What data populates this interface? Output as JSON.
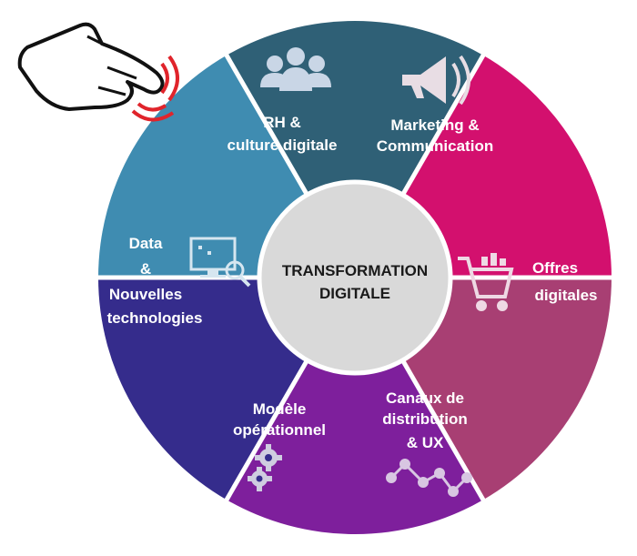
{
  "center": {
    "line1": "TRANSFORMATION",
    "line2": "DIGITALE"
  },
  "segments": [
    {
      "lines": [
        "RH &",
        "culture digitale"
      ],
      "color": "#2f6076",
      "icon": "people-group-icon"
    },
    {
      "lines": [
        "Marketing &",
        "Communication"
      ],
      "color": "#d3106e",
      "icon": "megaphone-icon"
    },
    {
      "lines": [
        "Offres",
        "digitales"
      ],
      "color": "#a83f73",
      "icon": "shopping-cart-icon"
    },
    {
      "lines": [
        "Canaux de",
        "distribution",
        "& UX"
      ],
      "color": "#7e1f9c",
      "icon": "network-nodes-icon"
    },
    {
      "lines": [
        "Modèle",
        "opérationnel"
      ],
      "color": "#352c8c",
      "icon": "gears-icon"
    },
    {
      "lines": [
        "Data",
        "&",
        "Nouvelles",
        "technologies"
      ],
      "color": "#3f8cb1",
      "icon": "monitor-search-icon"
    }
  ],
  "colors": {
    "center_fill": "#d9d9d9",
    "divider": "#ffffff",
    "accent_red": "#e0242b"
  },
  "decoration": {
    "icon": "pointing-hand-icon"
  }
}
